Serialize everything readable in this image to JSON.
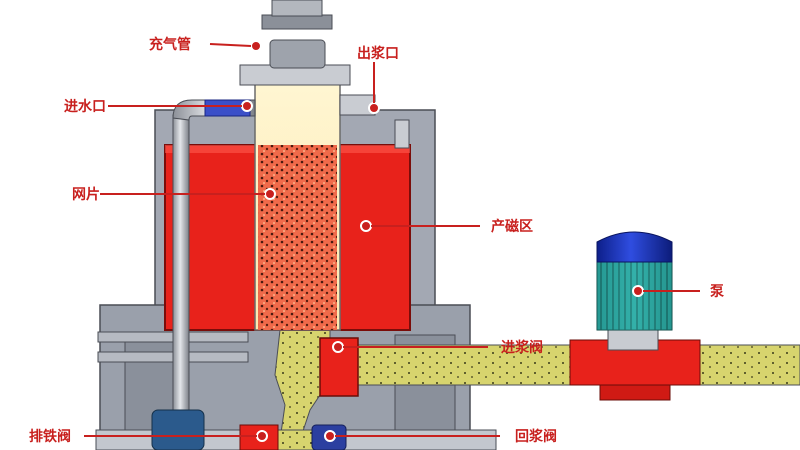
{
  "labels": {
    "aeration_pipe": "充气管",
    "slurry_outlet": "出浆口",
    "water_inlet": "进水口",
    "mesh_plate": "网片",
    "magnetic_zone": "产磁区",
    "pump": "泵",
    "slurry_inlet_valve": "进浆阀",
    "iron_discharge_valve": "排铁阀",
    "slurry_return_valve": "回浆阀"
  },
  "colors": {
    "callout_red": "#c8201e",
    "magnet_red": "#e8221b",
    "machine_gray": "#a3a8b3",
    "pipe_slurry": "#d7d46e",
    "pump_motor_blue": "#1a33c4",
    "pump_body_green": "#2aa6a0"
  }
}
